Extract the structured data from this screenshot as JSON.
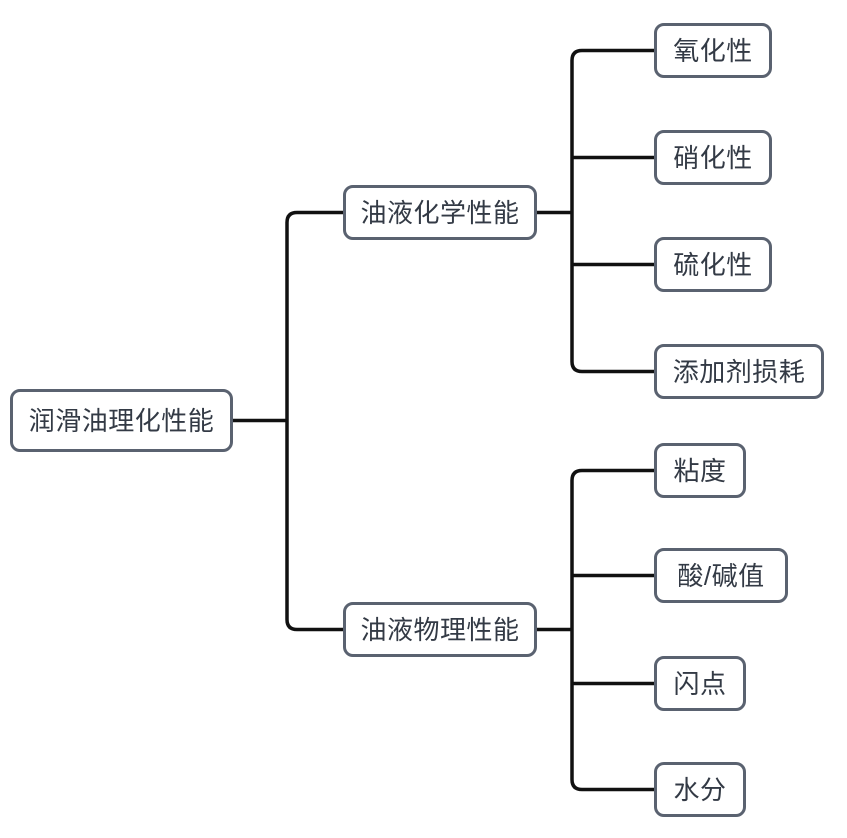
{
  "diagram": {
    "type": "mindmap-tree",
    "root": {
      "label": "润滑油理化性能"
    },
    "branches": [
      {
        "label": "油液化学性能",
        "children": [
          {
            "label": "氧化性"
          },
          {
            "label": "硝化性"
          },
          {
            "label": "硫化性"
          },
          {
            "label": "添加剂损耗"
          }
        ]
      },
      {
        "label": "油液物理性能",
        "children": [
          {
            "label": "粘度"
          },
          {
            "label": "酸/碱值"
          },
          {
            "label": "闪点"
          },
          {
            "label": "水分"
          }
        ]
      }
    ],
    "colors": {
      "node_border": "#5a6270",
      "node_fill": "#ffffff",
      "text": "#333a45",
      "connector": "#111111",
      "background": "#ffffff"
    }
  }
}
